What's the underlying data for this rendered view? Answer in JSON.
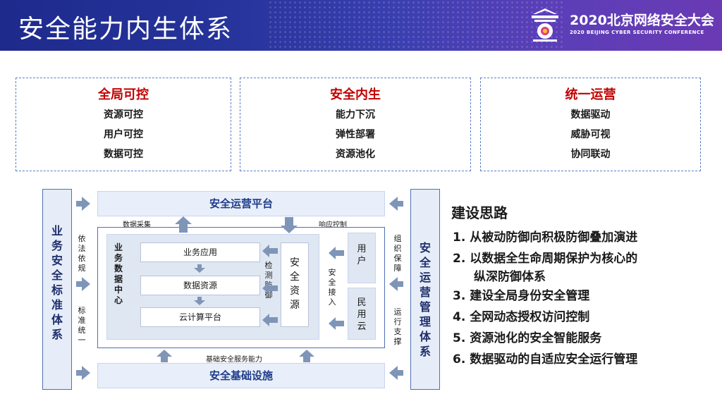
{
  "header": {
    "title": "安全能力内生体系",
    "conference_cn": "2020北京网络安全大会",
    "conference_en": "2020 BEIJING CYBER SECURITY CONFERENCE"
  },
  "top_boxes": [
    {
      "title": "全局可控",
      "items": [
        "资源可控",
        "用户可控",
        "数据可控"
      ]
    },
    {
      "title": "安全内生",
      "items": [
        "能力下沉",
        "弹性部署",
        "资源池化"
      ]
    },
    {
      "title": "统一运营",
      "items": [
        "数据驱动",
        "威胁可视",
        "协同联动"
      ]
    }
  ],
  "diagram": {
    "left_system": "业务安全标准体系",
    "right_system": "安全运营管理体系",
    "left_notes": [
      "依法依规",
      "标准统一"
    ],
    "right_notes": [
      "组织保障",
      "运行支撑"
    ],
    "ops_platform": "安全运营平台",
    "infra_platform": "安全基础设施",
    "data_collect": "数据采集",
    "response_control": "响应控制",
    "infra_capability": "基础安全服务能力",
    "datacenter_label": "业务数据中心",
    "layers": [
      "业务应用",
      "数据资源",
      "云计算平台"
    ],
    "detect_defend": "检测防御",
    "security_resource": "安全资源",
    "security_access": "安全接入",
    "users": "用户",
    "civil_cloud": "民用云"
  },
  "ideas": {
    "title": "建设思路",
    "items": [
      "1.  从被动防御向积极防御叠加演进",
      "2.  以数据全生命周期保护为核心的",
      "纵深防御体系",
      "3.  建设全局身份安全管理",
      "4.  全网动态授权访问控制",
      "5.  资源池化的安全智能服务",
      "6.  数据驱动的自适应安全运行管理"
    ]
  },
  "colors": {
    "header_start": "#1e2a8c",
    "header_end": "#6a3ab4",
    "accent_red": "#c00000",
    "diagram_blue": "#1f3b8a",
    "arrow": "#7f95b8"
  }
}
